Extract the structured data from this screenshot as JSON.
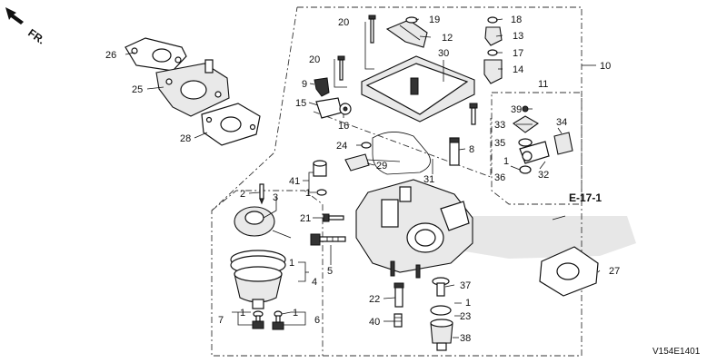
{
  "diagram": {
    "direction_label": "FR.",
    "reference": "E-17-1",
    "drawing_code": "V154E1401",
    "callouts": [
      "1",
      "2",
      "3",
      "4",
      "5",
      "6",
      "7",
      "8",
      "9",
      "10",
      "11",
      "12",
      "13",
      "14",
      "15",
      "16",
      "17",
      "18",
      "19",
      "20",
      "21",
      "22",
      "23",
      "24",
      "25",
      "26",
      "27",
      "28",
      "29",
      "30",
      "31",
      "32",
      "33",
      "34",
      "35",
      "36",
      "37",
      "38",
      "39",
      "40",
      "41"
    ],
    "callout_instances": [
      {
        "id": "c26",
        "text": "26"
      },
      {
        "id": "c25",
        "text": "25"
      },
      {
        "id": "c28",
        "text": "28"
      },
      {
        "id": "c20a",
        "text": "20"
      },
      {
        "id": "c19",
        "text": "19"
      },
      {
        "id": "c12",
        "text": "12"
      },
      {
        "id": "c18",
        "text": "18"
      },
      {
        "id": "c13",
        "text": "13"
      },
      {
        "id": "c17",
        "text": "17"
      },
      {
        "id": "c14",
        "text": "14"
      },
      {
        "id": "c10",
        "text": "10"
      },
      {
        "id": "c20b",
        "text": "20"
      },
      {
        "id": "c30",
        "text": "30"
      },
      {
        "id": "c9",
        "text": "9"
      },
      {
        "id": "c11",
        "text": "11"
      },
      {
        "id": "c15",
        "text": "15"
      },
      {
        "id": "c16",
        "text": "16"
      },
      {
        "id": "c39",
        "text": "39"
      },
      {
        "id": "c33",
        "text": "33"
      },
      {
        "id": "c34",
        "text": "34"
      },
      {
        "id": "c35",
        "text": "35"
      },
      {
        "id": "c24",
        "text": "24"
      },
      {
        "id": "c8",
        "text": "8"
      },
      {
        "id": "c29",
        "text": "29"
      },
      {
        "id": "c1a",
        "text": "1"
      },
      {
        "id": "c36",
        "text": "36"
      },
      {
        "id": "c32",
        "text": "32"
      },
      {
        "id": "c31",
        "text": "31"
      },
      {
        "id": "c41",
        "text": "41"
      },
      {
        "id": "c2",
        "text": "2"
      },
      {
        "id": "c3",
        "text": "3"
      },
      {
        "id": "c1b",
        "text": "1"
      },
      {
        "id": "c21",
        "text": "21"
      },
      {
        "id": "c1c",
        "text": "1"
      },
      {
        "id": "c4",
        "text": "4"
      },
      {
        "id": "c5",
        "text": "5"
      },
      {
        "id": "c27",
        "text": "27"
      },
      {
        "id": "c37",
        "text": "37"
      },
      {
        "id": "c22",
        "text": "22"
      },
      {
        "id": "c1d",
        "text": "1"
      },
      {
        "id": "c23",
        "text": "23"
      },
      {
        "id": "c40",
        "text": "40"
      },
      {
        "id": "c38",
        "text": "38"
      },
      {
        "id": "c7",
        "text": "7"
      },
      {
        "id": "c1e",
        "text": "1"
      },
      {
        "id": "c1f",
        "text": "1"
      },
      {
        "id": "c6",
        "text": "6"
      }
    ]
  }
}
